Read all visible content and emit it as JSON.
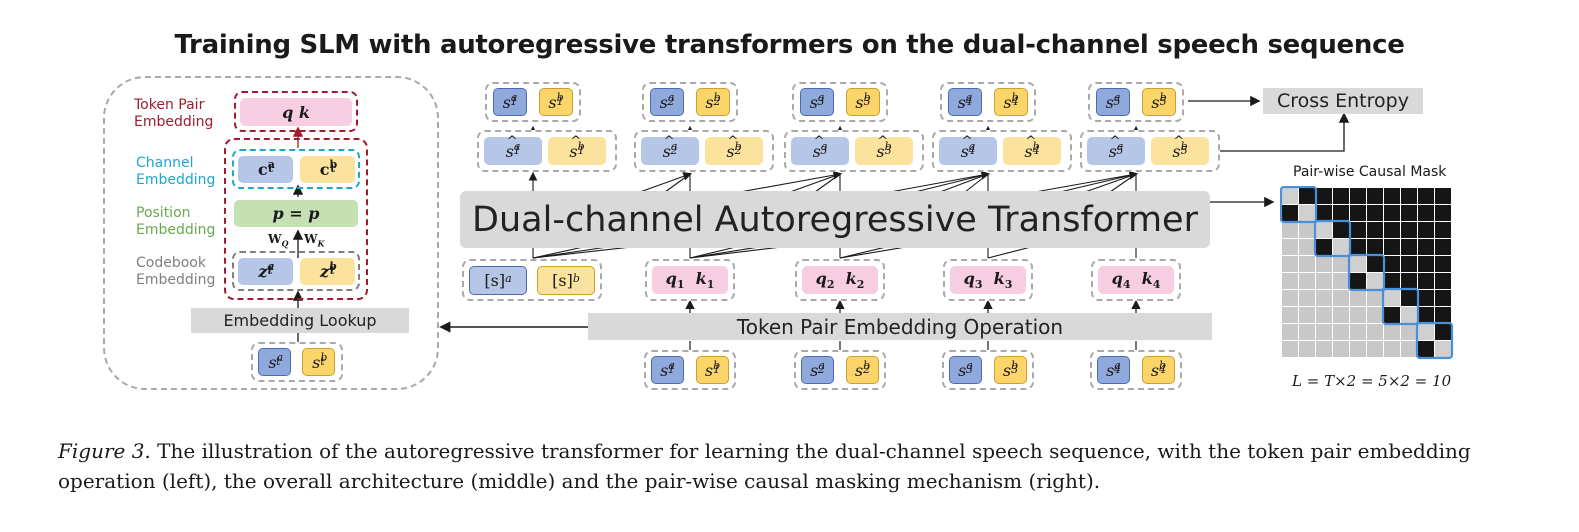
{
  "title": "Training SLM with autoregressive transformers on the dual-channel speech sequence",
  "left_panel": {
    "labels": {
      "token_pair": [
        "Token Pair",
        "Embedding"
      ],
      "channel": [
        "Channel",
        "Embedding"
      ],
      "position": [
        "Position",
        "Embedding"
      ],
      "codebook": [
        "Codebook",
        "Embedding"
      ]
    },
    "qk": "q k",
    "c_a": "c",
    "c_b": "c",
    "p_eq": "p = p",
    "w_q": "W",
    "w_q_sub": "Q",
    "w_k": "W",
    "w_k_sub": "K",
    "z_a": "z",
    "z_b": "z",
    "lookup": "Embedding Lookup",
    "s_a": "s",
    "s_b": "s",
    "t": "t",
    "a": "a",
    "b": "b"
  },
  "middle": {
    "transformer": "Dual-channel Autoregressive Transformer",
    "operation": "Token Pair Embedding Operation",
    "cross_entropy": "Cross Entropy",
    "start_a": "[s]",
    "start_b": "[s]",
    "top_pairs": [
      "1",
      "2",
      "3",
      "4",
      "5"
    ],
    "qk_pairs": [
      "1",
      "2",
      "3",
      "4"
    ],
    "input_pairs": [
      "1",
      "2",
      "3",
      "4"
    ],
    "q": "q",
    "k": "k",
    "s": "s",
    "a": "a",
    "b": "b"
  },
  "right_panel": {
    "title": "Pair-wise Causal Mask",
    "formula": "L = T×2 = 5×2 = 10",
    "grid_size": 10,
    "colors": {
      "masked": "#151515",
      "visible": "#c8c8c8",
      "highlight": "#4a90d9",
      "diag_light": "#d0d0d0"
    }
  },
  "caption": {
    "figure": "Figure 3.",
    "text": " The illustration of the autoregressive transformer for learning the dual-channel speech sequence, with the token pair embedding operation (left), the overall architecture (middle) and the pair-wise causal masking mechanism (right)."
  },
  "colors": {
    "blue": "#8fa9dc",
    "yellow": "#fbd46a",
    "pink": "#f7cde2",
    "green": "#c6e0b4",
    "red": "#a01c2c",
    "cyan": "#1fa8c9",
    "gray_text": "#7f7f7f",
    "olive": "#6aa84f"
  }
}
